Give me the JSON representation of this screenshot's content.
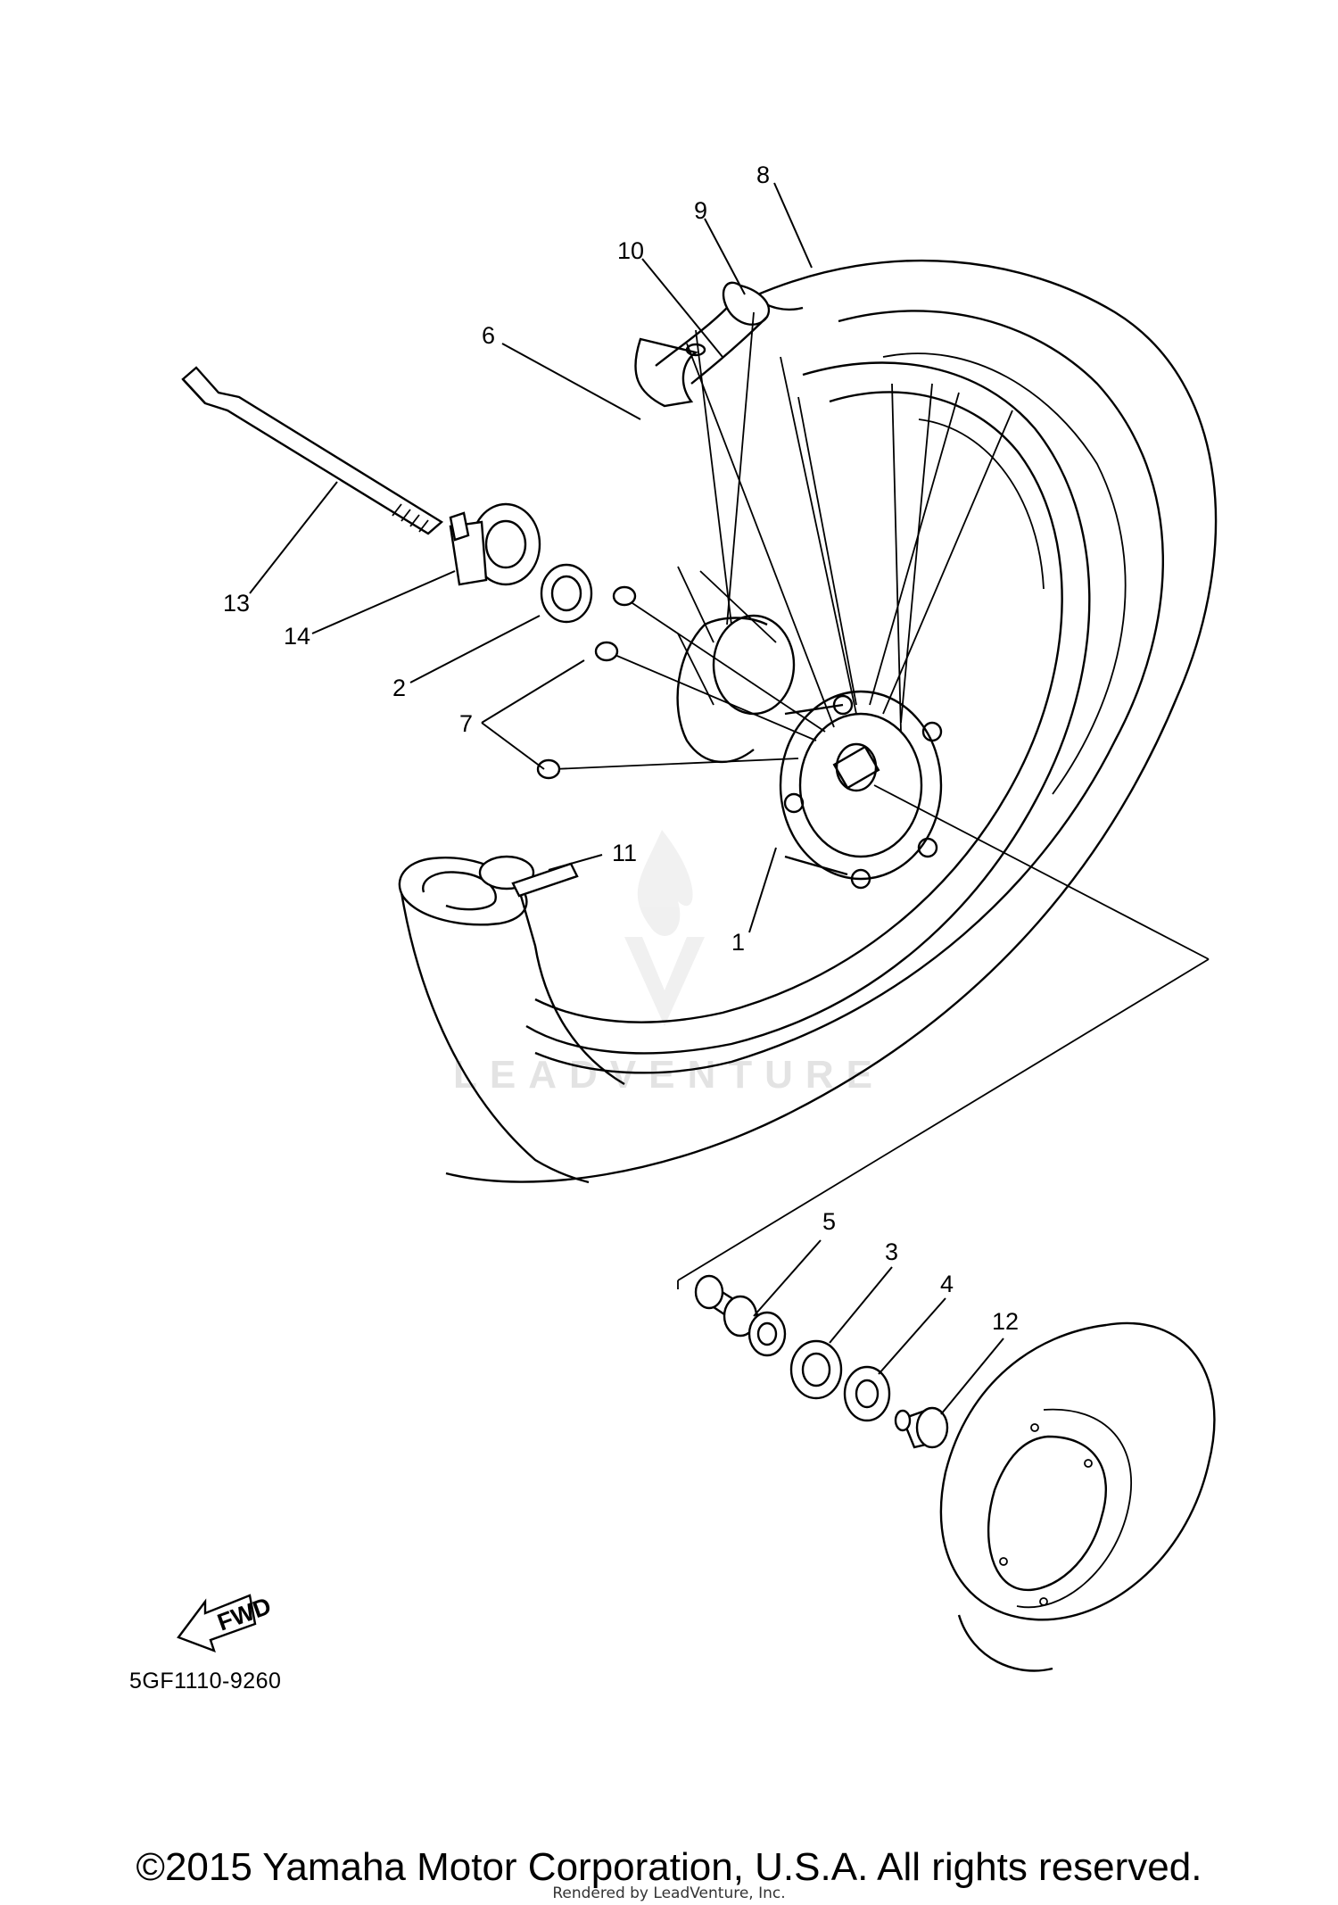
{
  "callouts": {
    "c1": "1",
    "c2": "2",
    "c3": "3",
    "c4": "4",
    "c5": "5",
    "c6": "6",
    "c7": "7",
    "c8": "8",
    "c9": "9",
    "c10": "10",
    "c11": "11",
    "c12": "12",
    "c13": "13",
    "c14": "14"
  },
  "fwd_label": "FWD",
  "diagram_code": "5GF1110-9260",
  "watermark": "LEADVENTURE",
  "copyright": "©2015 Yamaha Motor Corporation, U.S.A. All rights reserved.",
  "rendered_by": "Rendered by LeadVenture, Inc."
}
